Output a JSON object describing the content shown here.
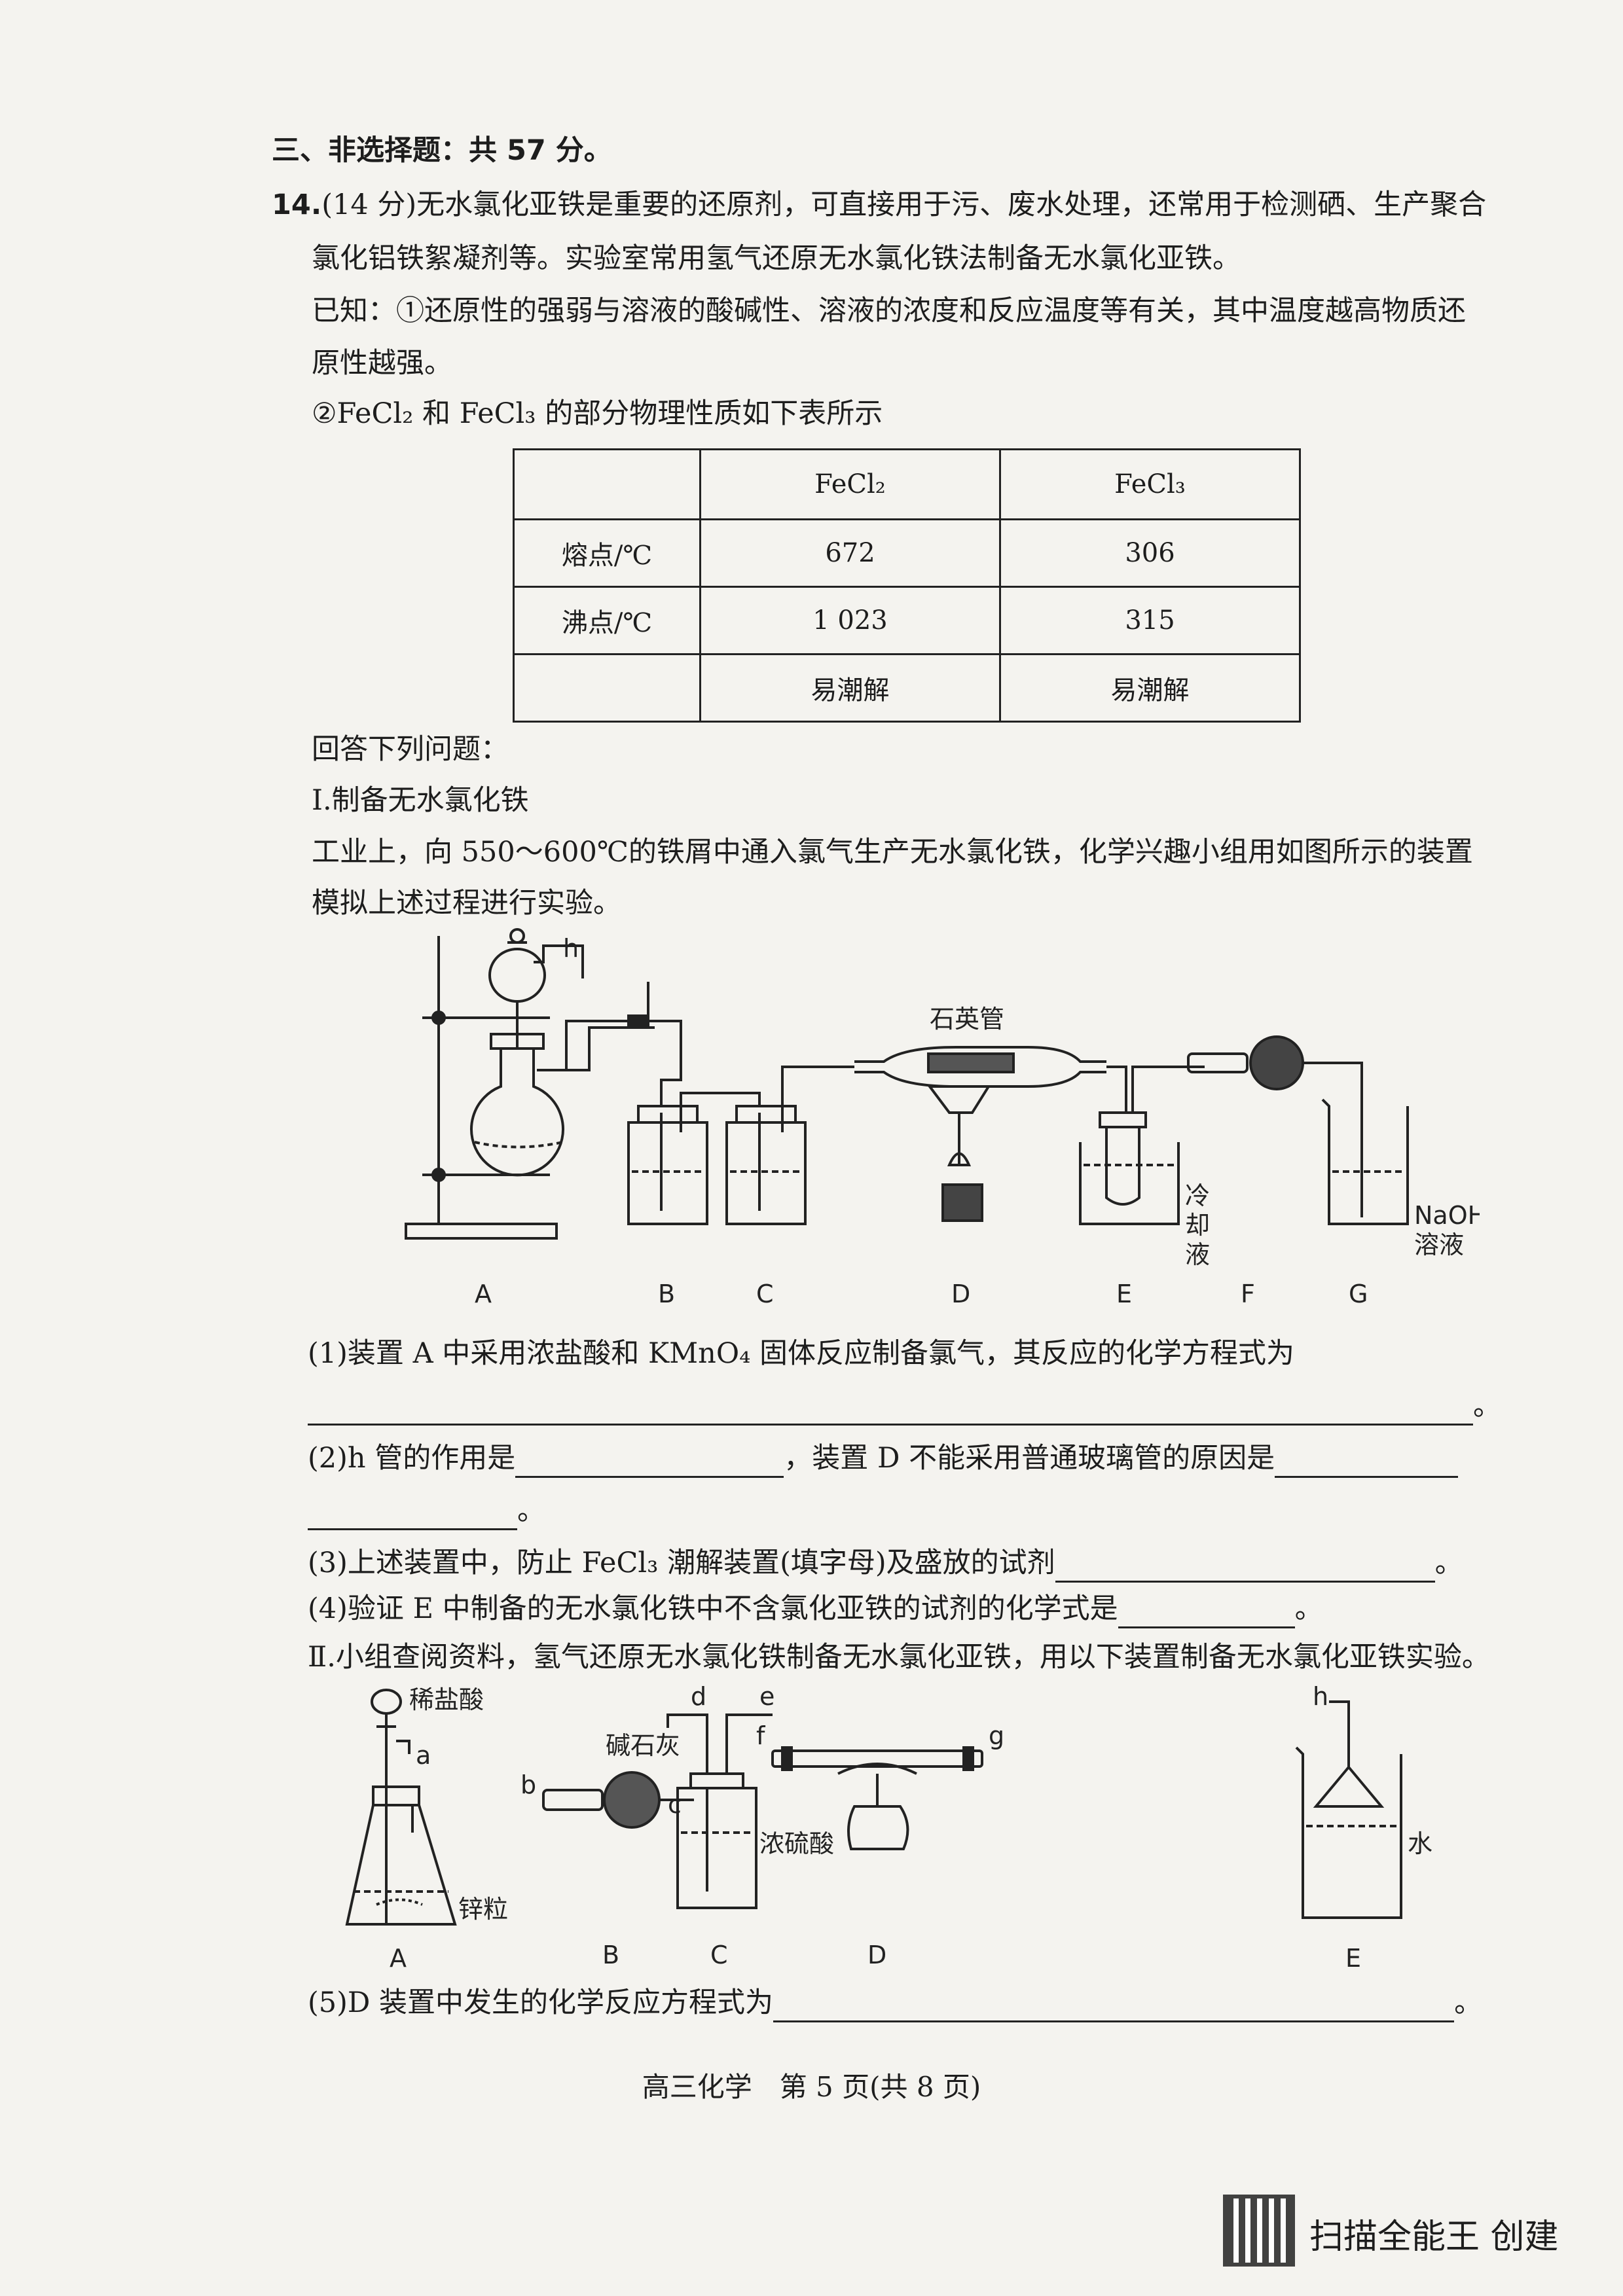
{
  "section_header": "三、非选择题：共 57 分。",
  "q14": {
    "number": "14.",
    "intro_l1": "(14 分)无水氯化亚铁是重要的还原剂，可直接用于污、废水处理，还常用于检测硒、生产聚合",
    "intro_l2": "氯化铝铁絮凝剂等。实验室常用氢气还原无水氯化铁法制备无水氯化亚铁。",
    "known1_l1": "已知：①还原性的强弱与溶液的酸碱性、溶液的浓度和反应温度等有关，其中温度越高物质还",
    "known1_l2": "原性越强。",
    "known2": "②FeCl₂ 和 FeCl₃ 的部分物理性质如下表所示",
    "table": {
      "headers": [
        "",
        "FeCl₂",
        "FeCl₃"
      ],
      "rows": [
        [
          "熔点/℃",
          "672",
          "306"
        ],
        [
          "沸点/℃",
          "1 023",
          "315"
        ],
        [
          "",
          "易潮解",
          "易潮解"
        ]
      ]
    },
    "answer_prompt": "回答下列问题：",
    "part1_title": "Ⅰ.制备无水氯化铁",
    "part1_l1": "工业上，向 550～600℃的铁屑中通入氯气生产无水氯化铁，化学兴趣小组用如图所示的装置",
    "part1_l2": "模拟上述过程进行实验。",
    "fig1": {
      "h_label": "h",
      "quartz_label": "石英管",
      "cool_label_1": "冷",
      "cool_label_2": "却",
      "cool_label_3": "液",
      "naoh_1": "NaOH",
      "naoh_2": "溶液",
      "letters": [
        "A",
        "B",
        "C",
        "D",
        "E",
        "F",
        "G"
      ]
    },
    "sub1": "(1)装置 A 中采用浓盐酸和 KMnO₄ 固体反应制备氯气，其反应的化学方程式为",
    "sub2_a": "(2)h 管的作用是",
    "sub2_b": "，装置 D 不能采用普通玻璃管的原因是",
    "sub3": "(3)上述装置中，防止 FeCl₃ 潮解装置(填字母)及盛放的试剂",
    "sub4": "(4)验证 E 中制备的无水氯化铁中不含氯化亚铁的试剂的化学式是",
    "part2": "Ⅱ.小组查阅资料，氢气还原无水氯化铁制备无水氯化亚铁，用以下装置制备无水氯化亚铁实验。",
    "fig2": {
      "dilute_hcl": "稀盐酸",
      "zinc": "锌粒",
      "soda_lime": "碱石灰",
      "conc_h2so4": "浓硫酸",
      "water": "水",
      "ports": [
        "a",
        "b",
        "c",
        "d",
        "e",
        "f",
        "g",
        "h"
      ],
      "letters": [
        "A",
        "B",
        "C",
        "D",
        "E"
      ]
    },
    "sub5": "(5)D 装置中发生的化学反应方程式为"
  },
  "footer": "高三化学　第 5 页(共 8 页)",
  "scanner": "扫描全能王 创建"
}
